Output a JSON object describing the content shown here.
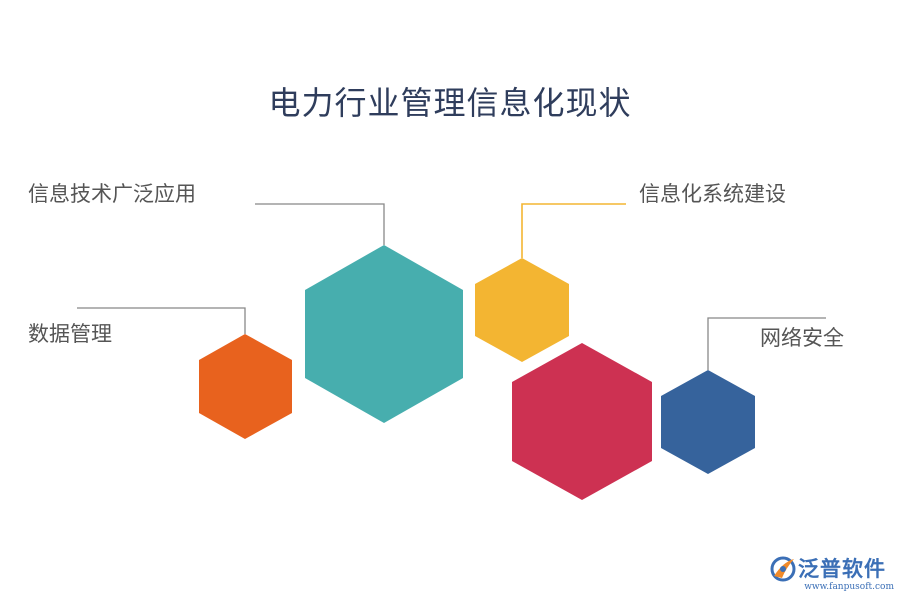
{
  "title": "电力行业管理信息化现状",
  "labels": {
    "info_tech": "信息技术广泛应用",
    "info_build": "信息化系统建设",
    "data_mgmt": "数据管理",
    "net_security": "网络安全"
  },
  "colors": {
    "teal": "#47aeae",
    "yellow": "#f3b532",
    "orange": "#e8621e",
    "crimson": "#cd3152",
    "blue": "#36639c",
    "connector_gray": "#888888",
    "connector_yellow": "#f3b532"
  },
  "logo": {
    "name": "泛普软件",
    "url": "www.fanpusoft.com",
    "icon": "fanpu-logo-icon"
  }
}
